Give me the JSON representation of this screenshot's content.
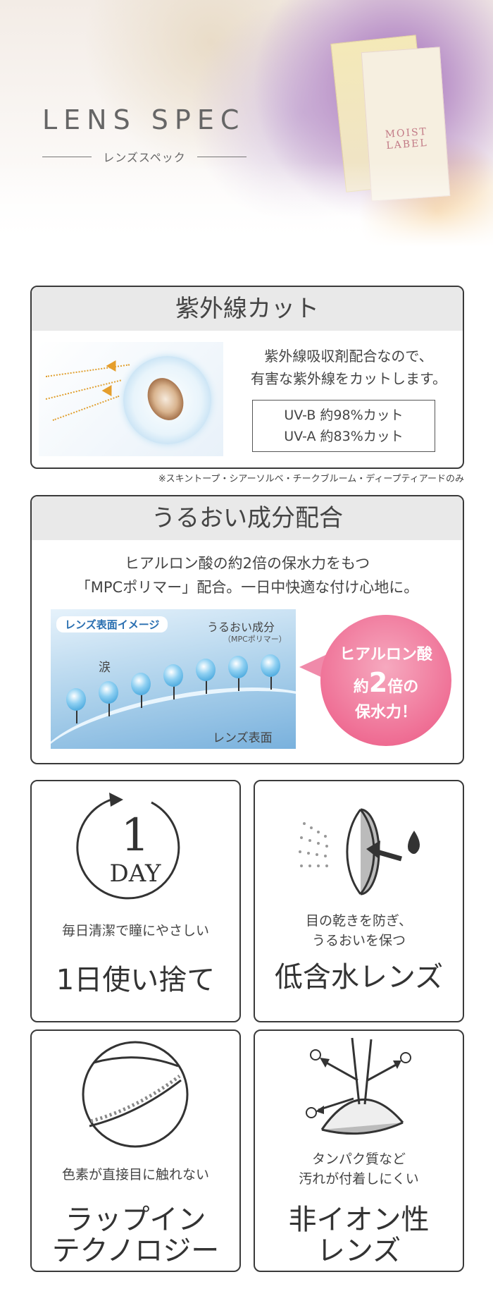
{
  "header": {
    "title": "LENS SPEC",
    "subtitle": "レンズスペック",
    "package_text": "MOIST LABEL"
  },
  "uv_section": {
    "heading": "紫外線カット",
    "description_line1": "紫外線吸収剤配合なので、",
    "description_line2": "有害な紫外線をカットします。",
    "uvb": "UV-B 約98%カット",
    "uva": "UV-A 約83%カット",
    "note": "※スキントープ・シアーソルベ・チークブルーム・ディープティアードのみ"
  },
  "moist_section": {
    "heading": "うるおい成分配合",
    "description_line1": "ヒアルロン酸の約2倍の保水力をもつ",
    "description_line2": "「MPCポリマー」配合。一日中快適な付け心地に。",
    "image_tag": "レンズ表面イメージ",
    "label_moist": "うるおい成分",
    "label_polymer": "（MPCポリマー）",
    "label_tear": "涙",
    "label_surface": "レンズ表面",
    "bubble_line1": "ヒアルロン酸",
    "bubble_pre": "約",
    "bubble_num": "2",
    "bubble_post": "倍の",
    "bubble_line3": "保水力！"
  },
  "features": [
    {
      "icon": "1day-icon",
      "icon_num": "1",
      "icon_text": "DAY",
      "desc_line1": "毎日清潔で瞳にやさしい",
      "desc_line2": "",
      "title_line1": "1日使い捨て",
      "title_line2": ""
    },
    {
      "icon": "low-water-lens-icon",
      "desc_line1": "目の乾きを防ぎ、",
      "desc_line2": "うるおいを保つ",
      "title_line1": "低含水レンズ",
      "title_line2": ""
    },
    {
      "icon": "wrap-in-lens-icon",
      "desc_line1": "色素が直接目に触れない",
      "desc_line2": "",
      "title_line1": "ラップイン",
      "title_line2": "テクノロジー"
    },
    {
      "icon": "non-ionic-lens-icon",
      "desc_line1": "タンパク質など",
      "desc_line2": "汚れが付着しにくい",
      "title_line1": "非イオン性",
      "title_line2": "レンズ"
    }
  ]
}
